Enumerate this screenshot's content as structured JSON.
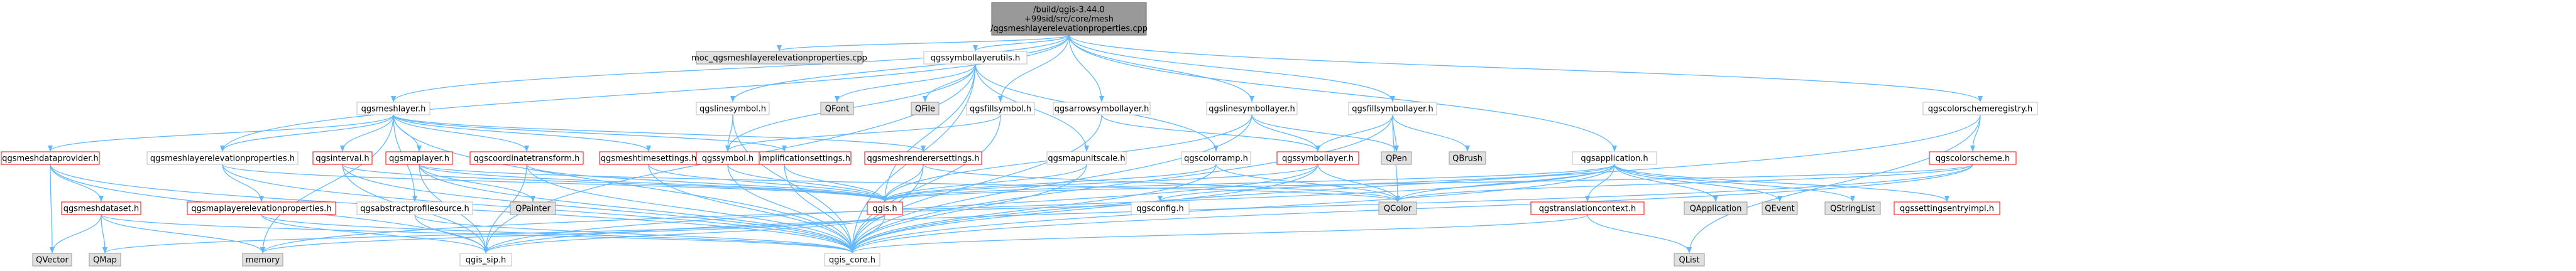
{
  "title": "Include dependency graph for qgsmeshlayerelevationproperties.cpp",
  "colors": {
    "root_fill": "#999999",
    "root_stroke": "#666666",
    "linked_fill": "#ffffff",
    "linked_stroke": "#ff0000",
    "plain_fill": "#ffffff",
    "plain_stroke": "#bfbfbf",
    "external_fill": "#e0e0e0",
    "external_stroke": "#999999",
    "edge": "#63b8ff"
  },
  "nodes": [
    {
      "id": "root",
      "lines": [
        "/build/qgis-3.44.0",
        "+99sid/src/core/mesh",
        "/qgsmeshlayerelevationproperties.cpp"
      ],
      "kind": "root"
    },
    {
      "id": "moc",
      "lines": [
        "moc_qgsmeshlayerelevationproperties.cpp"
      ],
      "kind": "external"
    },
    {
      "id": "symbollayerutils",
      "lines": [
        "qgssymbollayerutils.h"
      ],
      "kind": "plain"
    },
    {
      "id": "meshlayer",
      "lines": [
        "qgsmeshlayer.h"
      ],
      "kind": "plain"
    },
    {
      "id": "linesymbol",
      "lines": [
        "qgslinesymbol.h"
      ],
      "kind": "plain"
    },
    {
      "id": "qfont",
      "lines": [
        "QFont"
      ],
      "kind": "external"
    },
    {
      "id": "qfile",
      "lines": [
        "QFile"
      ],
      "kind": "external"
    },
    {
      "id": "fillsymbol",
      "lines": [
        "qgsfillsymbol.h"
      ],
      "kind": "plain"
    },
    {
      "id": "arrowsymbollayer",
      "lines": [
        "qgsarrowsymbollayer.h"
      ],
      "kind": "plain"
    },
    {
      "id": "linesymbollayer",
      "lines": [
        "qgslinesymbollayer.h"
      ],
      "kind": "plain"
    },
    {
      "id": "fillsymbollayer",
      "lines": [
        "qgsfillsymbollayer.h"
      ],
      "kind": "plain"
    },
    {
      "id": "colorschemeregistry",
      "lines": [
        "qgscolorschemeregistry.h"
      ],
      "kind": "plain"
    },
    {
      "id": "meshdataprovider",
      "lines": [
        "qgsmeshdataprovider.h"
      ],
      "kind": "linked"
    },
    {
      "id": "meshlayerelevationproperties_h",
      "lines": [
        "qgsmeshlayerelevationproperties.h"
      ],
      "kind": "plain"
    },
    {
      "id": "interval",
      "lines": [
        "qgsinterval.h"
      ],
      "kind": "linked"
    },
    {
      "id": "maplayer",
      "lines": [
        "qgsmaplayer.h"
      ],
      "kind": "linked"
    },
    {
      "id": "coordinatetransform",
      "lines": [
        "qgscoordinatetransform.h"
      ],
      "kind": "linked"
    },
    {
      "id": "meshtimesettings",
      "lines": [
        "qgsmeshtimesettings.h"
      ],
      "kind": "linked"
    },
    {
      "id": "meshsimplificationsettings",
      "lines": [
        "qgsmeshsimplificationsettings.h"
      ],
      "kind": "linked"
    },
    {
      "id": "meshrenderersettings",
      "lines": [
        "qgsmeshrenderersettings.h"
      ],
      "kind": "linked"
    },
    {
      "id": "symbol",
      "lines": [
        "qgssymbol.h"
      ],
      "kind": "linked"
    },
    {
      "id": "mapunitscale",
      "lines": [
        "qgsmapunitscale.h"
      ],
      "kind": "plain"
    },
    {
      "id": "colorramp",
      "lines": [
        "qgscolorramp.h"
      ],
      "kind": "plain"
    },
    {
      "id": "symbollayer",
      "lines": [
        "qgssymbollayer.h"
      ],
      "kind": "linked"
    },
    {
      "id": "qpen",
      "lines": [
        "QPen"
      ],
      "kind": "external"
    },
    {
      "id": "qbrush",
      "lines": [
        "QBrush"
      ],
      "kind": "external"
    },
    {
      "id": "application",
      "lines": [
        "qgsapplication.h"
      ],
      "kind": "plain"
    },
    {
      "id": "colorscheme",
      "lines": [
        "qgscolorscheme.h"
      ],
      "kind": "linked"
    },
    {
      "id": "meshdataset",
      "lines": [
        "qgsmeshdataset.h"
      ],
      "kind": "linked"
    },
    {
      "id": "maplayerelevationproperties",
      "lines": [
        "qgsmaplayerelevationproperties.h"
      ],
      "kind": "linked"
    },
    {
      "id": "abstractprofilesource",
      "lines": [
        "qgsabstractprofilesource.h"
      ],
      "kind": "plain"
    },
    {
      "id": "qpainter",
      "lines": [
        "QPainter"
      ],
      "kind": "external"
    },
    {
      "id": "qgis",
      "lines": [
        "qgis.h"
      ],
      "kind": "linked"
    },
    {
      "id": "qgsconfig",
      "lines": [
        "qgsconfig.h"
      ],
      "kind": "plain"
    },
    {
      "id": "qcolor",
      "lines": [
        "QColor"
      ],
      "kind": "external"
    },
    {
      "id": "translationcontext",
      "lines": [
        "qgstranslationcontext.h"
      ],
      "kind": "linked"
    },
    {
      "id": "qapplication",
      "lines": [
        "QApplication"
      ],
      "kind": "external"
    },
    {
      "id": "qevent",
      "lines": [
        "QEvent"
      ],
      "kind": "external"
    },
    {
      "id": "qstringlist",
      "lines": [
        "QStringList"
      ],
      "kind": "external"
    },
    {
      "id": "settingsentryimpl",
      "lines": [
        "qgssettingsentryimpl.h"
      ],
      "kind": "linked"
    },
    {
      "id": "qvector",
      "lines": [
        "QVector"
      ],
      "kind": "external"
    },
    {
      "id": "qmap",
      "lines": [
        "QMap"
      ],
      "kind": "external"
    },
    {
      "id": "memory",
      "lines": [
        "memory"
      ],
      "kind": "external"
    },
    {
      "id": "qgis_sip",
      "lines": [
        "qgis_sip.h"
      ],
      "kind": "plain"
    },
    {
      "id": "qgis_core",
      "lines": [
        "qgis_core.h"
      ],
      "kind": "plain"
    },
    {
      "id": "qlist",
      "lines": [
        "QList"
      ],
      "kind": "external"
    }
  ]
}
